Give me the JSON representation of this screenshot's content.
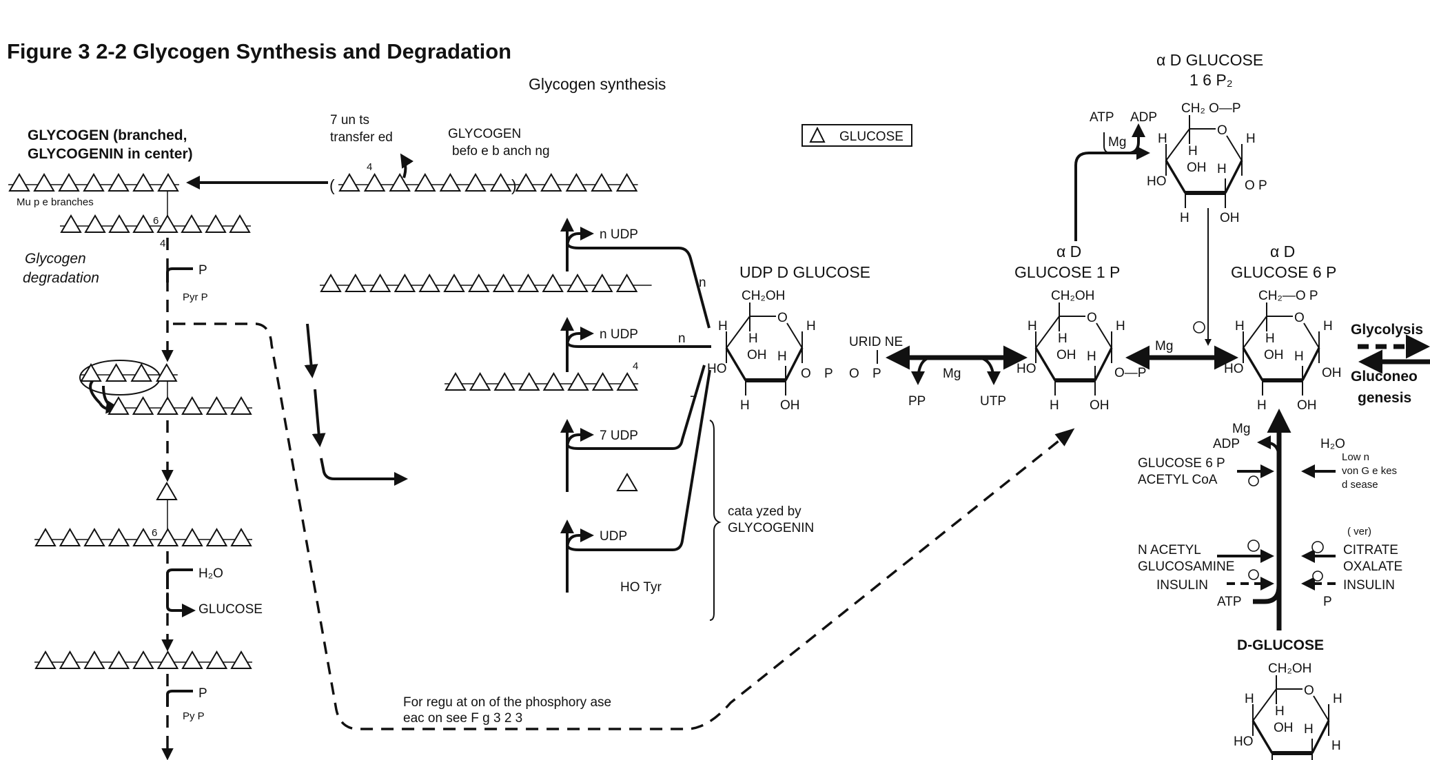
{
  "title": "Figure 3 2-2  Glycogen Synthesis and Degradation",
  "section_synthesis": "Glycogen synthesis",
  "section_degradation": [
    "Glycogen",
    "degradation"
  ],
  "legend": {
    "icon": "triangle-icon",
    "label": "GLUCOSE"
  },
  "glycogen_branched": [
    "GLYCOGEN (branched,",
    "GLYCOGENIN in center)"
  ],
  "multiple_branches": "Mu   p e branches",
  "units_transferred": [
    "7 un ts",
    "transfer ed"
  ],
  "glycogen_before": [
    "GLYCOGEN",
    "befo e b anch ng"
  ],
  "bond_labels": {
    "b6": "6",
    "b4": "4",
    "b4top": "4",
    "b4mid": "4",
    "b6low": "6"
  },
  "degradation_steps": {
    "p1": "P",
    "pyrp1": "Pyr P",
    "h2o": "H₂O",
    "glucose": "GLUCOSE",
    "p2": "P",
    "pyrp2": "Py  P"
  },
  "regulation_note": [
    "For regu at on of the phosphory ase",
    " eac  on see F g 3 2 3"
  ],
  "glycogenin": {
    "nudp1": "n UDP",
    "nudp2": "n UDP",
    "udp7": "7 UDP",
    "udp": "UDP",
    "n1": "n",
    "n2": "n",
    "seven": "7",
    "hotyr": "HO  Tyr",
    "catalyzed": [
      "cata yzed by",
      "GLYCOGENIN"
    ]
  },
  "ring_atoms": {
    "h": "H",
    "oh": "OH",
    "ho": "HO",
    "o": "O"
  },
  "udp_glucose": {
    "name": "UDP D GLUCOSE",
    "ch2": "CH₂OH",
    "chain": [
      "O",
      "P",
      "O",
      "P"
    ],
    "uridine": "URID NE"
  },
  "udp_reaction": {
    "mg": "Mg",
    "pp": "PP",
    "utp": "UTP"
  },
  "g1p": {
    "name": [
      "α D",
      "GLUCOSE 1 P"
    ],
    "ch2": "CH₂OH",
    "right": "O—P"
  },
  "g16p": {
    "name": [
      "α D GLUCOSE",
      "1 6 P₂"
    ],
    "ch2": "CH₂  O—P",
    "right": "O   P",
    "atp": "ATP",
    "adp": "ADP",
    "mg": "Mg"
  },
  "g6p": {
    "name": [
      "α D",
      "GLUCOSE 6 P"
    ],
    "ch2": "CH₂—O   P",
    "right": "OH",
    "mg": "Mg"
  },
  "pathways": {
    "glycolysis": "Glycolysis",
    "gluconeo": [
      "Gluconeo",
      "genesis"
    ]
  },
  "dglucose": {
    "name": "D-GLUCOSE",
    "ch2": "CH₂OH",
    "right": "H"
  },
  "regulators": {
    "mg": "Mg",
    "adp": "ADP",
    "g6p": "GLUCOSE 6 P",
    "acetyl": "ACETYL CoA",
    "h2o": "H₂O",
    "low": [
      "Low   n",
      "von G e kes",
      "d sease"
    ],
    "nacetyl": [
      "N ACETYL",
      "GLUCOSAMINE"
    ],
    "insulin_l": "INSULIN",
    "atp": "ATP",
    "liver": "( ver)",
    "citrate": "CITRATE",
    "oxalate": "OXALATE",
    "insulin_r": "INSULIN",
    "p": "P"
  }
}
